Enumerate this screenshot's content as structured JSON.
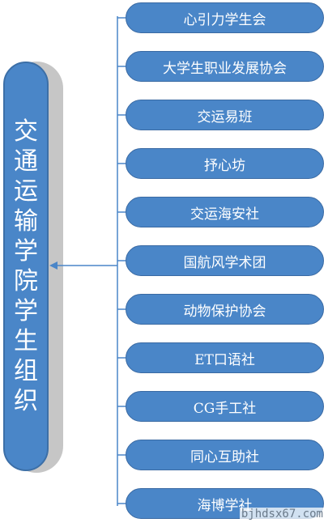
{
  "root": {
    "label": "交通运输学院学生组织"
  },
  "branches": [
    {
      "label": "心引力学生会"
    },
    {
      "label": "大学生职业发展协会"
    },
    {
      "label": "交运易班"
    },
    {
      "label": "抒心坊"
    },
    {
      "label": "交运海安社"
    },
    {
      "label": "国航风学术团"
    },
    {
      "label": "动物保护协会"
    },
    {
      "label": "ET口语社"
    },
    {
      "label": "CG手工社"
    },
    {
      "label": "同心互助社"
    },
    {
      "label": "海博学社"
    }
  ],
  "watermark": "bjhdsx67.com",
  "colors": {
    "node_fill": "#4a86c8",
    "connector": "#4a86c8",
    "shadow": "#c6c6c6"
  }
}
